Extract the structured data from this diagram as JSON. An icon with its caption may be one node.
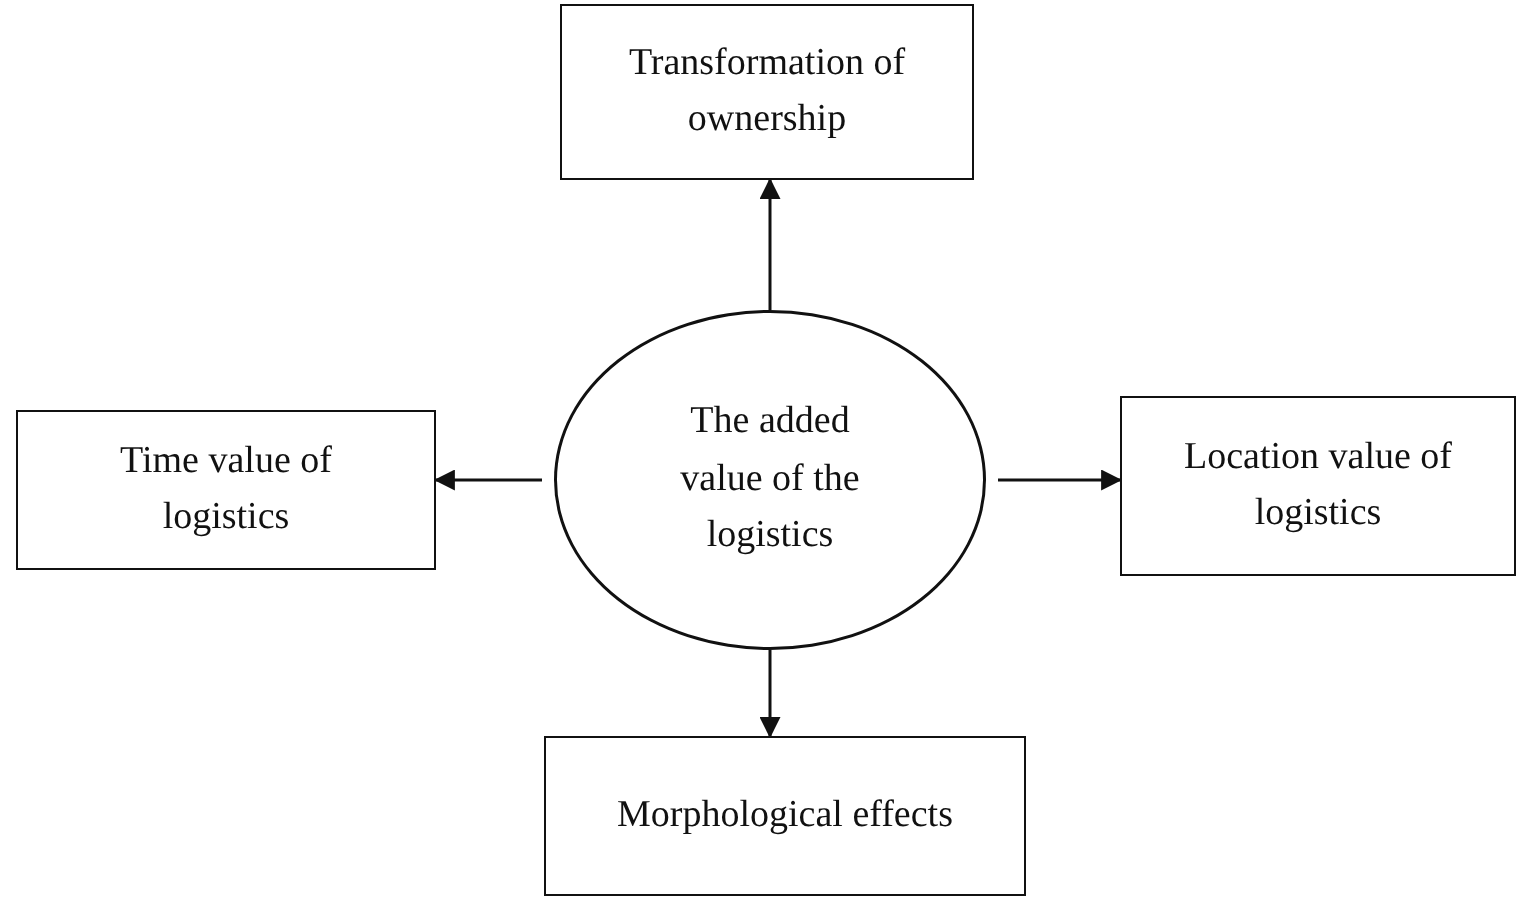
{
  "diagram": {
    "nodes": [
      {
        "text": [
          "Transformation of ownership"
        ]
      },
      {
        "text": [
          "Time value of logistics"
        ]
      },
      {
        "text": [
          "The added value of the logistics"
        ]
      },
      {
        "text": [
          "Location value of logistics"
        ]
      },
      {
        "text": [
          "Morphological effects"
        ]
      }
    ],
    "edges": [
      {
        "from": 2,
        "to": 0,
        "arrow": "to"
      },
      {
        "from": 2,
        "to": 1,
        "arrow": "to"
      },
      {
        "from": 2,
        "to": 3,
        "arrow": "to"
      },
      {
        "from": 2,
        "to": 4,
        "arrow": "to"
      }
    ]
  }
}
